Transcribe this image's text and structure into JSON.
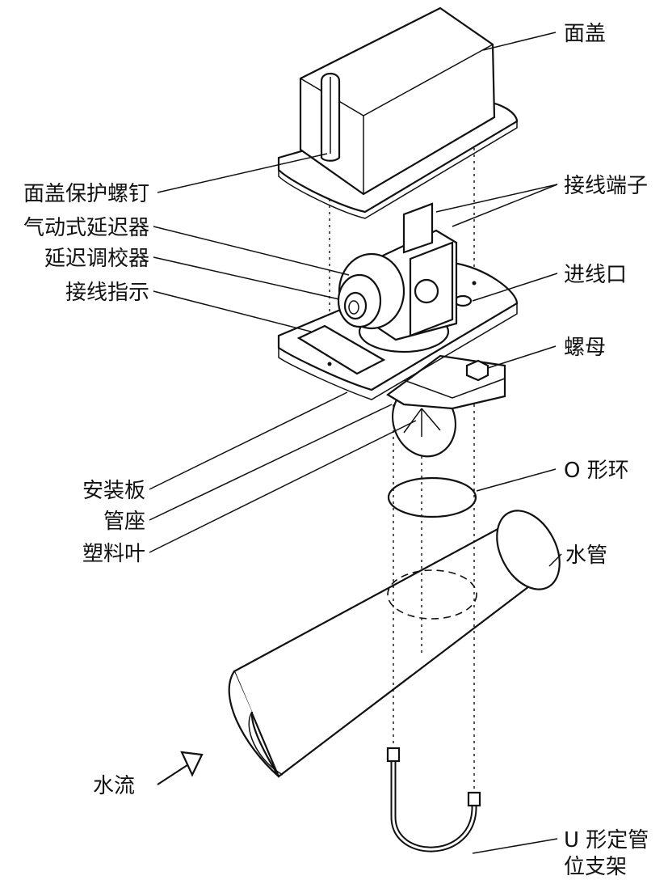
{
  "labels": {
    "cover": "面盖",
    "cover_screw": "面盖保护螺钉",
    "pneumatic_delay": "气动式延迟器",
    "delay_adjuster": "延迟调校器",
    "wiring_indicator": "接线指示",
    "terminal": "接线端子",
    "cable_inlet": "进线口",
    "nut": "螺母",
    "mounting_plate": "安装板",
    "pipe_seat": "管座",
    "plastic_vane": "塑料叶",
    "o_ring": "O 形环",
    "water_pipe": "水管",
    "water_flow": "水流",
    "u_bracket_line1": "U 形定管",
    "u_bracket_line2": "位支架"
  }
}
